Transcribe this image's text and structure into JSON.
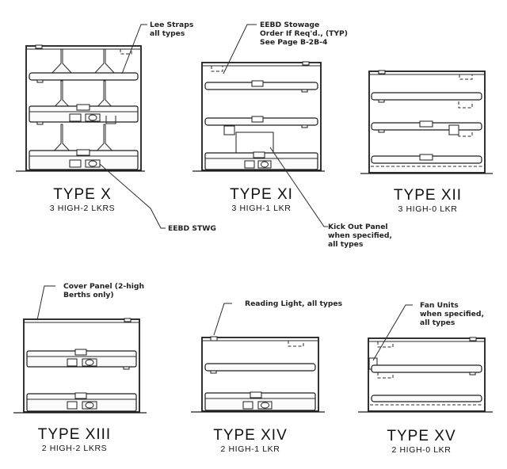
{
  "diagram": {
    "kind": "berth arrangement drawings",
    "types": [
      {
        "id": "type-x",
        "title": "TYPE X",
        "subtitle": "3 HIGH-2 LKRS",
        "berths": 3,
        "lockers": 2,
        "lee_straps": true
      },
      {
        "id": "type-xi",
        "title": "TYPE XI",
        "subtitle": "3 HIGH-1 LKR",
        "berths": 3,
        "lockers": 1,
        "kick_out_panel": true
      },
      {
        "id": "type-xii",
        "title": "TYPE XII",
        "subtitle": "3 HIGH-0 LKR",
        "berths": 3,
        "lockers": 0
      },
      {
        "id": "type-xiii",
        "title": "TYPE XIII",
        "subtitle": "2 HIGH-2 LKRS",
        "berths": 2,
        "lockers": 2
      },
      {
        "id": "type-xiv",
        "title": "TYPE XIV",
        "subtitle": "2 HIGH-1 LKR",
        "berths": 2,
        "lockers": 1
      },
      {
        "id": "type-xv",
        "title": "TYPE XV",
        "subtitle": "2 HIGH-0 LKR",
        "berths": 2,
        "lockers": 0
      }
    ],
    "callouts": {
      "lee_straps": [
        "Lee Straps",
        "all types"
      ],
      "eebd_stowage": [
        "EEBD Stowage",
        "Order If Req'd., (TYP)",
        "See Page B-2B-4"
      ],
      "eebd_stwg": [
        "EEBD STWG"
      ],
      "kick_out_panel": [
        "Kick Out Panel",
        "when specified,",
        "all types"
      ],
      "cover_panel": [
        "Cover Panel (2-high",
        "Berths only)"
      ],
      "reading_light": [
        "Reading Light, all types"
      ],
      "fan_units": [
        "Fan Units",
        "when specified,",
        "all types"
      ]
    }
  }
}
